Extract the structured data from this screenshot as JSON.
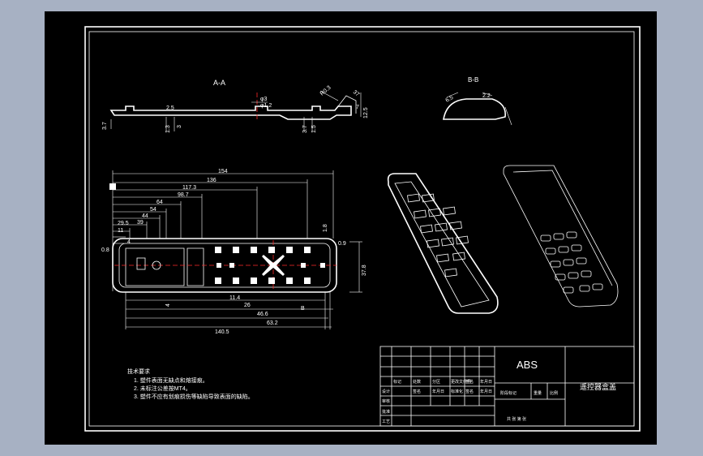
{
  "views": {
    "section_aa": "A-A",
    "section_bb": "B-B"
  },
  "dims_side": {
    "d1": "2.5",
    "d2": "3.7",
    "d3": "1.3",
    "d4": "3",
    "d5": "φ3",
    "d6": "φ1.2",
    "d7": "3.7",
    "d8": "1.5",
    "d9": "R0.3",
    "d10": "7",
    "d11": "12.5",
    "d12": "37"
  },
  "dims_bb": {
    "d1": "6.5",
    "d2": "2.2"
  },
  "dims_top": {
    "w154": "154",
    "w136": "136",
    "w117": "117.3",
    "w98": "98.7",
    "w64": "64",
    "w54": "54",
    "w44": "44",
    "w39": "39",
    "w29": "29.5",
    "w11": "11",
    "w4": "4",
    "h08": "0.8",
    "h09": "0.9",
    "h378": "37.8",
    "h18": "1.8",
    "b26": "26",
    "b466": "46.6",
    "b632": "63.2",
    "b1405": "140.5",
    "b114": "11.4",
    "b4": "4",
    "lbl_b": "B"
  },
  "notes": {
    "title": "技术要求",
    "line1": "1. 塑件表面无缺点和熔接痕。",
    "line2": "2. 未标注公差按MT4。",
    "line3": "3. 塑件不应有划痕损伤等缺陷导致表面的缺陷。"
  },
  "title_block": {
    "material": "ABS",
    "part_name": "遥控器盒盖",
    "row_a": [
      "标记",
      "处数",
      "分区",
      "更改文件号",
      "签名",
      "年月日"
    ],
    "row_b": [
      "设计",
      "签名",
      "年月日",
      "标准化",
      "签名",
      "年月日"
    ],
    "row_c": [
      "审核",
      "",
      "",
      "",
      "",
      ""
    ],
    "row_d": [
      "工艺",
      "",
      "批准",
      "",
      "",
      ""
    ],
    "stage_label": "阶段标记",
    "weight_label": "重量",
    "scale_label": "比例",
    "sheet_label": "共 张 第 张"
  },
  "colors": {
    "background": "#a7b1c3",
    "paper": "#000000",
    "line": "#ffffff",
    "centerline": "#ff2a2a"
  }
}
